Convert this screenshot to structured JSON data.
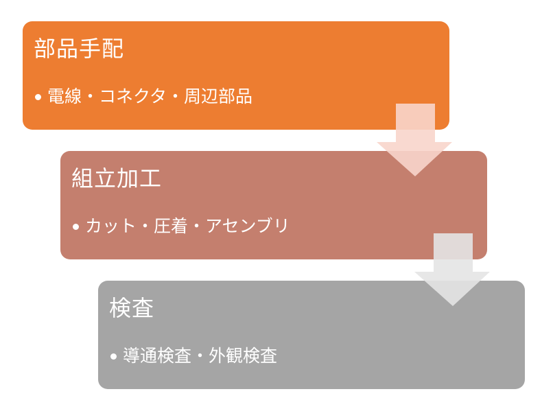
{
  "steps": [
    {
      "title": "部品手配",
      "detail": "電線・コネクタ・周辺部品",
      "color": "#ed7d31"
    },
    {
      "title": "組立加工",
      "detail": "カット・圧着・アセンブリ",
      "color": "#c47f6e"
    },
    {
      "title": "検査",
      "detail": "導通検査・外観検査",
      "color": "#a5a5a5"
    }
  ],
  "arrows": [
    {
      "color": "#f8d5cb",
      "opacity": 0.9
    },
    {
      "color": "#e4e4e4",
      "opacity": 0.9
    }
  ]
}
